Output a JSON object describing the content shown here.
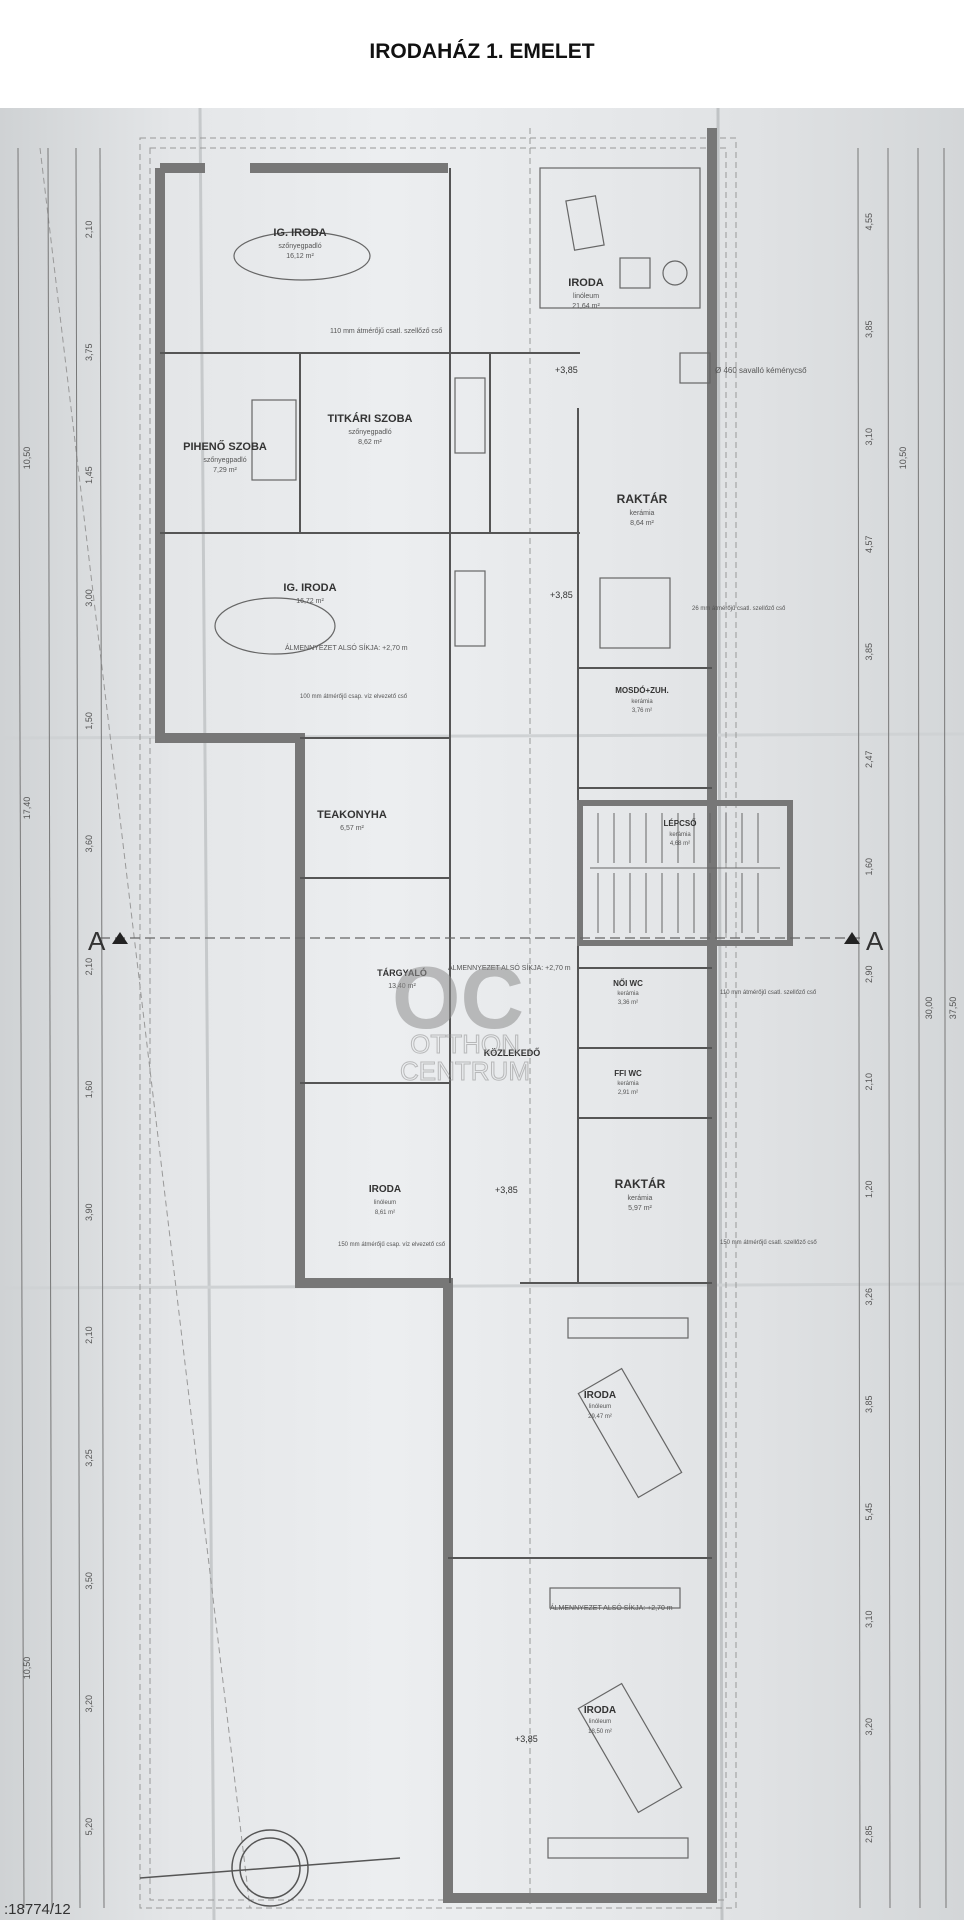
{
  "title": "IRODAHÁZ 1. EMELET",
  "colors": {
    "wall": "#7a7a7a",
    "line": "#555555",
    "paper": "#e8eaec",
    "watermark": "#9a9a9a"
  },
  "rooms": [
    {
      "name": "IG. IRODA",
      "floor": "szőnyegpadló",
      "area": "16,12 m²"
    },
    {
      "name": "IRODA",
      "floor": "linóleum",
      "area": "21,64 m²"
    },
    {
      "name": "PIHENŐ SZOBA",
      "floor": "szőnyegpadló",
      "area": "7,29 m²"
    },
    {
      "name": "TITKÁRI SZOBA",
      "floor": "szőnyegpadló",
      "area": "8,62 m²"
    },
    {
      "name": "RAKTÁR",
      "floor": "kerámia",
      "area": "8,64 m²"
    },
    {
      "name": "IG. IRODA",
      "floor": "",
      "area": "16,72 m²"
    },
    {
      "name": "MOSDÓ+ZUH.",
      "floor": "kerámia",
      "area": "3,76 m²"
    },
    {
      "name": "TEAKONYHA",
      "floor": "",
      "area": "6,57 m²"
    },
    {
      "name": "LÉPCSŐ",
      "floor": "kerámia",
      "area": "4,68 m²"
    },
    {
      "name": "TÁRGYALÓ",
      "floor": "",
      "area": "13,40 m²"
    },
    {
      "name": "NŐI WC",
      "floor": "kerámia",
      "area": "3,36 m²"
    },
    {
      "name": "KÖZLEKEDŐ",
      "floor": "",
      "area": ""
    },
    {
      "name": "FFI WC",
      "floor": "kerámia",
      "area": "2,91 m²"
    },
    {
      "name": "IRODA",
      "floor": "linóleum",
      "area": "8,61 m²"
    },
    {
      "name": "RAKTÁR",
      "floor": "kerámia",
      "area": "5,97 m²"
    },
    {
      "name": "IRODA",
      "floor": "linóleum",
      "area": "29,47 m²"
    },
    {
      "name": "IRODA",
      "floor": "linóleum",
      "area": "18,50 m²"
    }
  ],
  "notes": [
    "110 mm átmérőjű csatl. szellőző cső",
    "Ø 460 savalló kéménycső",
    "ÁLMENNYEZET ALSÓ SÍKJA: +2,70 m",
    "100 mm átmérőjű csap. víz elvezető cső",
    "26 mm átmérőjű csatl. szellőző cső",
    "110 mm átmérőjű csatl. szellőző cső",
    "150 mm átmérőjű csap. víz elvezető cső",
    "150 mm átmérőjű csatl. szellőző cső",
    "ÁLMENNYEZET ALSÓ SÍKJA: +2,70 m",
    "ÁLMENNYEZET ALSÓ SÍKJA: +2,70 m"
  ],
  "levels": [
    "+3,85",
    "+3,85",
    "+3,85",
    "+3,85"
  ],
  "section_marks": [
    "A",
    "A"
  ],
  "drawing_number": ":18774/12",
  "watermark": {
    "logo": "OC",
    "line1": "OTTHON",
    "line2": "CENTRUM"
  },
  "dimensions_left": [
    "2,10",
    "3,75",
    "1,45",
    "3,00",
    "1,50",
    "3,60",
    "2,10",
    "1,60",
    "3,90",
    "2,10",
    "3,25",
    "3,50",
    "3,20",
    "5,20"
  ],
  "dimensions_right": [
    "4,55",
    "3,85",
    "3,10",
    "4,57",
    "3,85",
    "2,47",
    "1,60",
    "2,90",
    "2,10",
    "1,20",
    "3,26",
    "3,85",
    "5,45",
    "3,10",
    "3,20",
    "2,85"
  ],
  "dimensions_overall": [
    "10,50",
    "17,40",
    "10,50",
    "10,50",
    "30,00",
    "37,50"
  ]
}
